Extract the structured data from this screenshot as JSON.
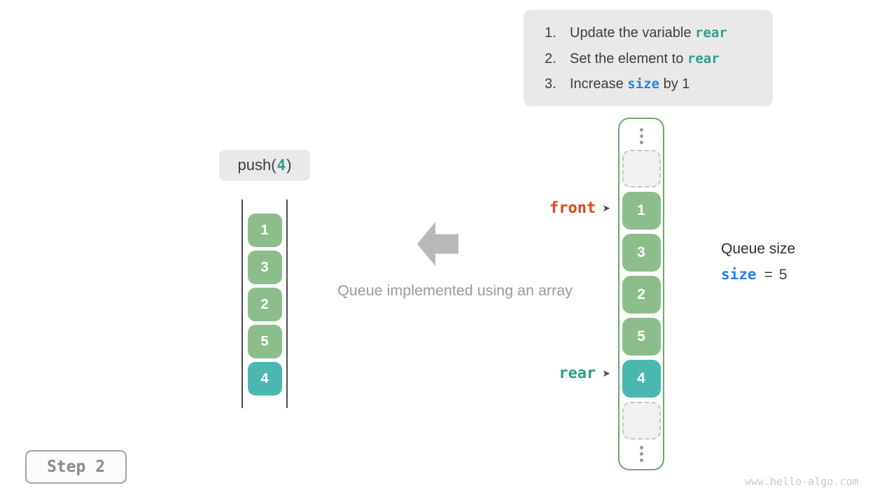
{
  "instructions": {
    "items": [
      {
        "num": "1.",
        "pre": "Update the variable ",
        "code": "rear",
        "post": ""
      },
      {
        "num": "2.",
        "pre": "Set the element to ",
        "code": "rear",
        "post": ""
      },
      {
        "num": "3.",
        "pre": "Increase ",
        "code": "size",
        "post": " by 1"
      }
    ]
  },
  "push_call": {
    "prefix": "push(",
    "arg": "4",
    "suffix": ")"
  },
  "stacks": {
    "left": {
      "values": [
        "1",
        "3",
        "2",
        "5",
        "4"
      ],
      "highlighted_value": "4"
    },
    "array": {
      "values": [
        "1",
        "3",
        "2",
        "5",
        "4"
      ],
      "highlighted_value": "4"
    }
  },
  "pointers": {
    "front_label": "front",
    "rear_label": "rear",
    "arrow_glyph": "➤"
  },
  "caption": "Queue implemented using an array",
  "queue_size": {
    "label": "Queue size",
    "var": "size",
    "eq": "=",
    "value": "5"
  },
  "step_label": "Step 2",
  "watermark": "www.hello-algo.com",
  "colors": {
    "box_bg": "#e9e9e9",
    "cell_green": "#8cbe8c",
    "cell_teal": "#4bb8af",
    "array_border_green": "#69aa69",
    "front_orange": "#e0471e",
    "rear_teal": "#2e9d8d",
    "size_blue": "#2185e5",
    "text_dark": "#3d3d3d",
    "caption_gray": "#9a9a9a",
    "arrow_gray": "#b8b8b8"
  }
}
